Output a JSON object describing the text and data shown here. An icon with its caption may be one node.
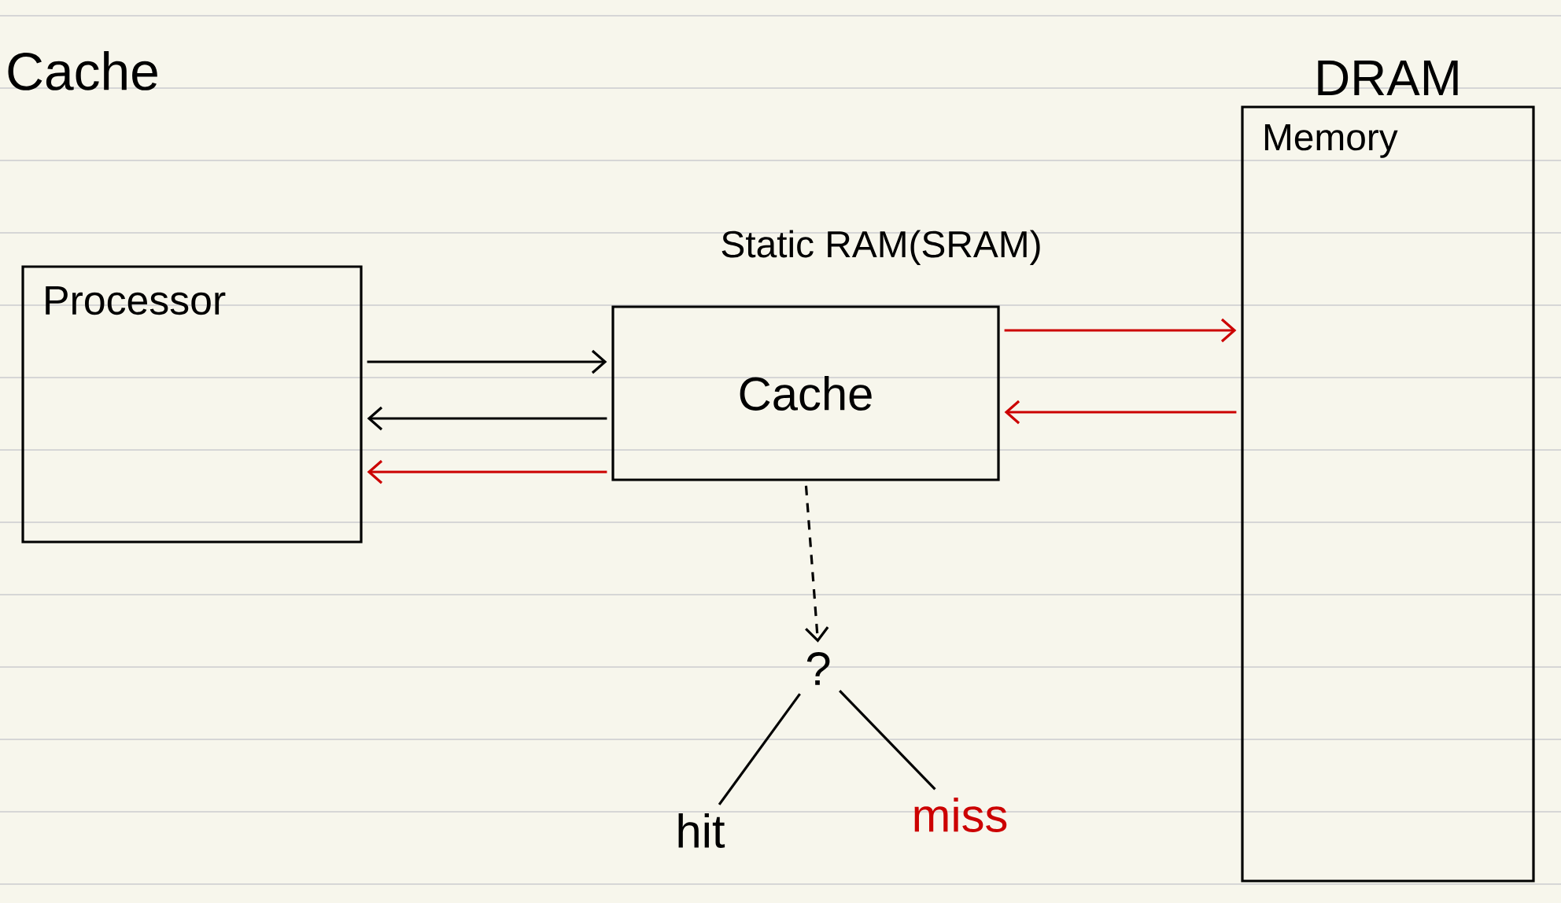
{
  "diagram": {
    "title": "Cache",
    "nodes": [
      {
        "text": [
          "Processor"
        ]
      },
      {
        "text": [
          "Static RAM(SRAM)",
          "Cache"
        ]
      },
      {
        "text": [
          "DRAM",
          "Memory"
        ]
      },
      {
        "text": [
          "?"
        ]
      },
      {
        "text": [
          "hit"
        ]
      },
      {
        "text": [
          "miss"
        ]
      }
    ],
    "edges": [
      {
        "from": 0,
        "to": 1,
        "arrow": "to"
      },
      {
        "from": 1,
        "to": 0,
        "arrow": "to"
      },
      {
        "from": 1,
        "to": 0,
        "arrow": "to",
        "color": "#cc0000"
      },
      {
        "from": 1,
        "to": 2,
        "arrow": "to",
        "color": "#cc0000"
      },
      {
        "from": 2,
        "to": 1,
        "arrow": "to",
        "color": "#cc0000"
      },
      {
        "from": 1,
        "to": 3,
        "arrow": "to",
        "style": "dashed"
      },
      {
        "from": 3,
        "to": 4,
        "arrow": "none"
      },
      {
        "from": 3,
        "to": 5,
        "arrow": "none"
      }
    ]
  }
}
